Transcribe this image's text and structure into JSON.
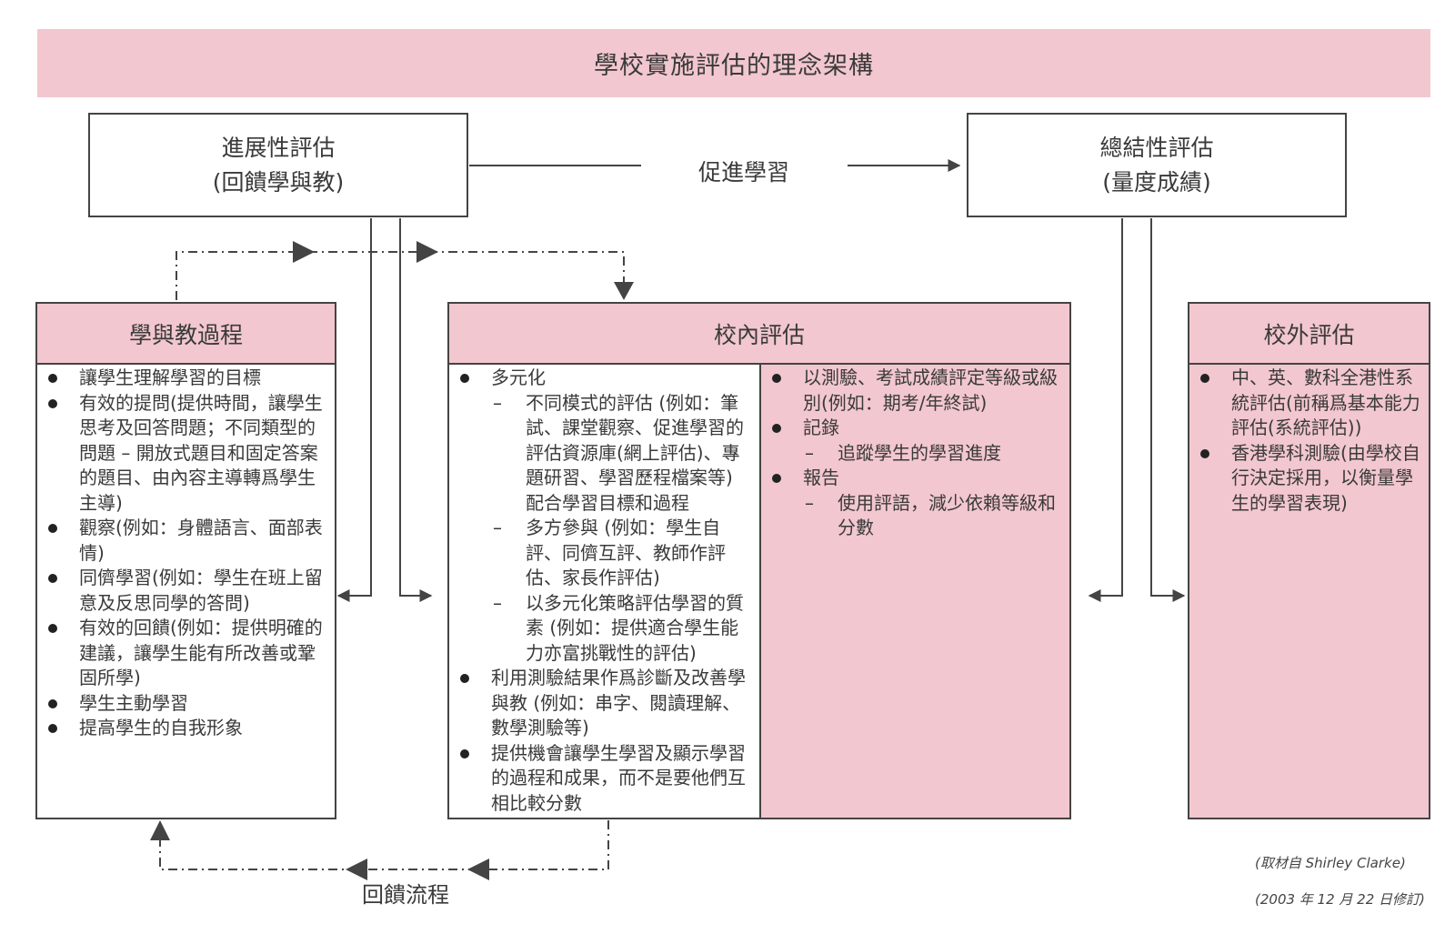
{
  "title": "學校實施評估的理念架構",
  "formative": {
    "title": "進展性評估",
    "subtitle": "(回饋學與教)"
  },
  "summative": {
    "title": "總結性評估",
    "subtitle": "(量度成績)"
  },
  "promote_learning": "促進學習",
  "feedback_process": "回饋流程",
  "learning_teaching": {
    "heading": "學與教過程",
    "items": [
      "讓學生理解學習的目標",
      "有效的提問(提供時間，讓學生思考及回答問題；不同類型的問題 – 開放式題目和固定答案的題目、由內容主導轉爲學生主導)",
      "觀察(例如：身體語言、面部表情)",
      "同儕學習(例如：學生在班上留意及反思同學的答問)",
      "有效的回饋(例如：提供明確的建議，讓學生能有所改善或鞏固所學)",
      "學生主動學習",
      "提高學生的自我形象"
    ]
  },
  "internal": {
    "heading": "校內評估",
    "left": {
      "diversified": "多元化",
      "diversified_subs": [
        "不同模式的評估 (例如：筆試、課堂觀察、促進學習的評估資源庫(網上評估)、專題研習、學習歷程檔案等) 配合學習目標和過程",
        "多方參與 (例如：學生自評、同儕互評、教師作評估、家長作評估)",
        "以多元化策略評估學習的質素 (例如：提供適合學生能力亦富挑戰性的評估)"
      ],
      "diagnosis": "利用測驗結果作爲診斷及改善學與教 (例如：串字、閱讀理解、數學測驗等)",
      "opportunity": "提供機會讓學生學習及顯示學習的過程和成果，而不是要他們互相比較分數"
    },
    "right": {
      "grading": "以測驗、考試成績評定等級或級別(例如：期考/年終試)",
      "record": "記錄",
      "record_sub": "追蹤學生的學習進度",
      "report": "報告",
      "report_sub": "使用評語，減少依賴等級和分數"
    }
  },
  "external": {
    "heading": "校外評估",
    "items": [
      "中、英、數科全港性系統評估(前稱爲基本能力評估(系統評估))",
      "香港學科測驗(由學校自行決定採用，以衡量學生的學習表現)"
    ]
  },
  "source": "(取材自 Shirley Clarke)",
  "revised": "(2003 年 12 月 22 日修訂)",
  "colors": {
    "pink": "#f2c7cf",
    "line": "#444444"
  }
}
